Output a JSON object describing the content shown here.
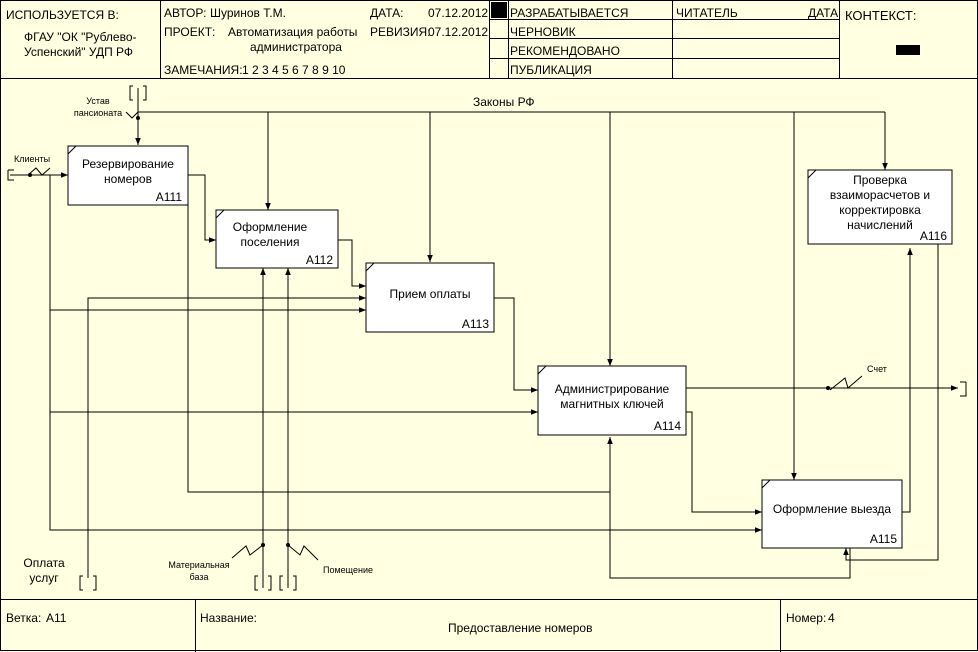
{
  "header": {
    "used_in_label": "ИСПОЛЬЗУЕТСЯ В:",
    "organization": "ФГАУ \"ОК \"Рублево-Успенский\" УДП РФ",
    "organization_line1": "ФГАУ \"ОК \"Рублево-",
    "organization_line2": "Успенский\" УДП РФ",
    "author_label": "АВТОР:",
    "author": "Шуринов Т.М.",
    "project_label": "ПРОЕКТ:",
    "project_line1": "Автоматизация работы",
    "project_line2": "администратора",
    "notes_label": "ЗАМЕЧАНИЯ:",
    "notes": "1 2 3 4 5 6 7 8 9 10",
    "date_label": "ДАТА:",
    "date": "07.12.2012",
    "revision_label": "РЕВИЗИЯ:",
    "revision": "07.12.2012",
    "status": [
      "РАЗРАБАТЫВАЕТСЯ",
      "ЧЕРНОВИК",
      "РЕКОМЕНДОВАНО",
      "ПУБЛИКАЦИЯ"
    ],
    "reader_label": "ЧИТАТЕЛЬ",
    "reader_date_label": "ДАТА",
    "context_label": "КОНТЕКСТ:"
  },
  "diagram": {
    "boxes": [
      {
        "line1": "Резервирование",
        "line2": "номеров",
        "line3": "",
        "line4": "",
        "id": "A111"
      },
      {
        "line1": "Оформление",
        "line2": "поселения",
        "line3": "",
        "line4": "",
        "id": "A112"
      },
      {
        "line1": "Прием оплаты",
        "line2": "",
        "line3": "",
        "line4": "",
        "id": "A113"
      },
      {
        "line1": "Администрирование",
        "line2": "магнитных ключей",
        "line3": "",
        "line4": "",
        "id": "A114"
      },
      {
        "line1": "Оформление выезда",
        "line2": "",
        "line3": "",
        "line4": "",
        "id": "A115"
      },
      {
        "line1": "Проверка",
        "line2": "взаиморасчетов и",
        "line3": "корректировка",
        "line4": "начислений",
        "id": "A116"
      }
    ],
    "arrow_labels": {
      "charter_line1": "Устав",
      "charter_line2": "пансионата",
      "laws": "Законы РФ",
      "clients": "Клиенты",
      "invoice": "Счет",
      "payment_line1": "Оплата",
      "payment_line2": "услуг",
      "material_line1": "Материальная",
      "material_line2": "база",
      "premises": "Помещение"
    }
  },
  "footer": {
    "node_label": "Ветка:",
    "node": "A11",
    "title_label": "Название:",
    "title": "Предоставление номеров",
    "number_label": "Номер:",
    "number": "4"
  }
}
